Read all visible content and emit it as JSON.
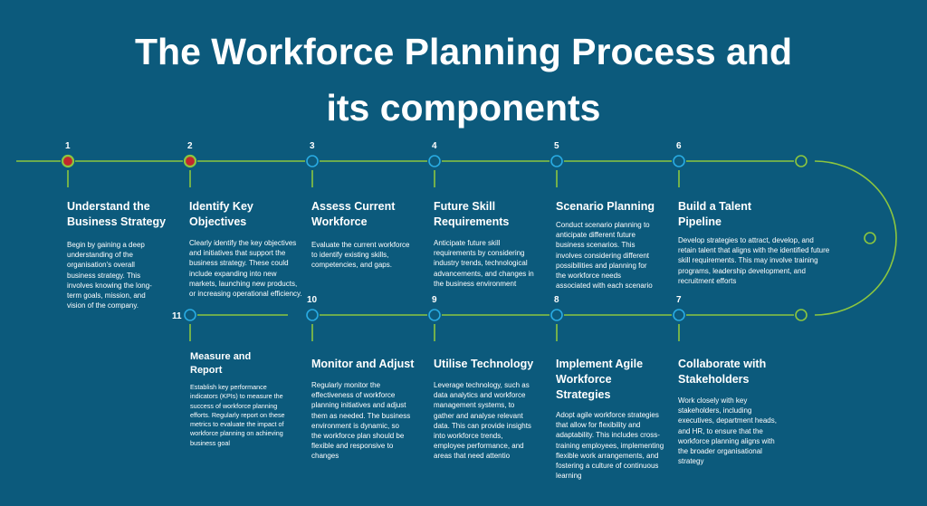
{
  "title_line1": "The Workforce Planning Process and",
  "title_line2": "its components",
  "colors": {
    "background": "#0c5a7c",
    "line": "#8cc63f",
    "node_blue": "#29abe2",
    "node_red": "#c1272d",
    "node_green": "#8cc63f"
  },
  "steps": [
    {
      "number": "1",
      "title": "Understand the Business Strategy",
      "description": "Begin by gaining a deep understanding of the organisation's overall business strategy. This involves knowing the long-term goals, mission, and vision of the company."
    },
    {
      "number": "2",
      "title": "Identify Key Objectives",
      "description": "Clearly identify the key objectives and initiatives that support the business strategy. These could include expanding into new markets, launching new products, or increasing operational efficiency."
    },
    {
      "number": "3",
      "title": "Assess Current Workforce",
      "description": "Evaluate the current workforce to identify existing skills, competencies, and gaps."
    },
    {
      "number": "4",
      "title": "Future Skill Requirements",
      "description": "Anticipate future skill requirements by considering industry trends, technological advancements, and changes in the business environment"
    },
    {
      "number": "5",
      "title": "Scenario Planning",
      "description": "Conduct scenario planning to anticipate different future business scenarios. This involves considering different possibilities and planning for the workforce needs associated with each scenario"
    },
    {
      "number": "6",
      "title": "Build a Talent Pipeline",
      "description": "Develop strategies to attract, develop, and retain talent that aligns with the identified future skill requirements. This may involve training programs, leadership development, and recruitment efforts"
    },
    {
      "number": "7",
      "title": "Collaborate with Stakeholders",
      "description": "Work closely with key stakeholders, including executives, department heads, and HR, to ensure that the workforce planning aligns with the broader organisational strategy"
    },
    {
      "number": "8",
      "title": "Implement Agile Workforce Strategies",
      "description": "Adopt agile workforce strategies that allow for flexibility and adaptability. This includes cross-training employees, implementing flexible work arrangements, and fostering a culture of continuous learning"
    },
    {
      "number": "9",
      "title": "Utilise Technology",
      "description": "Leverage technology, such as data analytics and workforce management systems, to gather and analyse relevant data. This can provide insights into workforce trends, employee performance, and areas that need attentio"
    },
    {
      "number": "10",
      "title": "Monitor and Adjust",
      "description": "Regularly monitor the effectiveness of workforce planning initiatives and adjust them as needed. The business environment is dynamic, so the workforce plan should be flexible and responsive to changes"
    },
    {
      "number": "11",
      "title": "Measure and Report",
      "description": "Establish key performance indicators (KPIs) to measure the success of workforce planning efforts. Regularly report on these metrics to evaluate the impact of workforce planning on achieving business goal"
    }
  ]
}
